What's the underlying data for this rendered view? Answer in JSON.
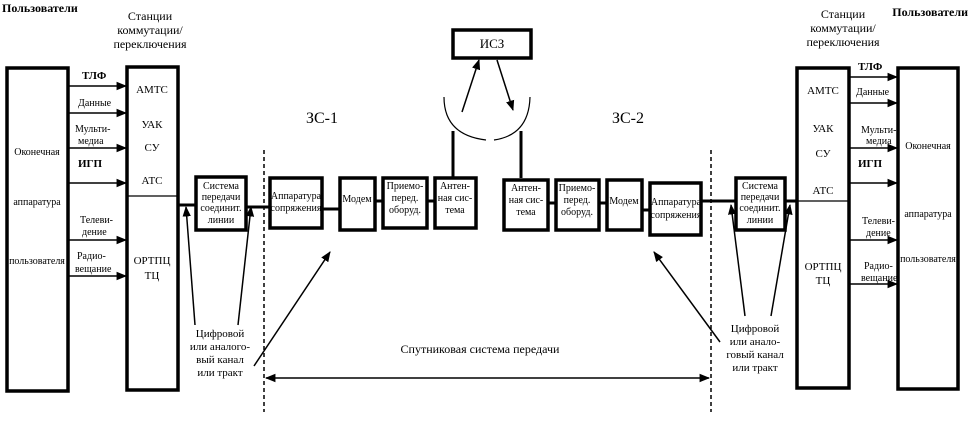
{
  "headers": {
    "users_left": "Пользователи",
    "stations_left": [
      "Станции",
      "коммутации/",
      "переключения"
    ],
    "stations_right": [
      "Станции",
      "коммутации/",
      "переключения"
    ],
    "users_right": "Пользователи"
  },
  "terminal_equipment": [
    "Оконечная",
    "аппаратура",
    "пользователя"
  ],
  "services": {
    "tlf": "ТЛФ",
    "data": "Данные",
    "multimedia": [
      "Мульти-",
      "медиа"
    ],
    "igp": "ИГП",
    "tv": [
      "Телеви-",
      "дение"
    ],
    "radio": [
      "Радио-",
      "вещание"
    ]
  },
  "station_labels": {
    "amts": "АМТС",
    "uak": "УАК",
    "su": "СУ",
    "ats": "АТС",
    "ortpc": "ОРТПЦ",
    "tc": "ТЦ"
  },
  "blocks": {
    "line_system": [
      "Система",
      "передачи",
      "соединит.",
      "линии"
    ],
    "interface": [
      "Аппаратура",
      "сопряжения"
    ],
    "modem": "Модем",
    "transceiver": [
      "Приемо-",
      "перед.",
      "оборуд."
    ],
    "antenna": [
      "Антен-",
      "ная сис-",
      "тема"
    ],
    "satellite": "ИСЗ"
  },
  "earth_stations": {
    "es1": "ЗС-1",
    "es2": "ЗС-2"
  },
  "channel_label_left": [
    "Цифровой",
    "или аналого-",
    "вый канал",
    "или тракт"
  ],
  "channel_label_right": [
    "Цифровой",
    "или анало-",
    "говый канал",
    "или тракт"
  ],
  "satellite_system": "Спутниковая система передачи"
}
